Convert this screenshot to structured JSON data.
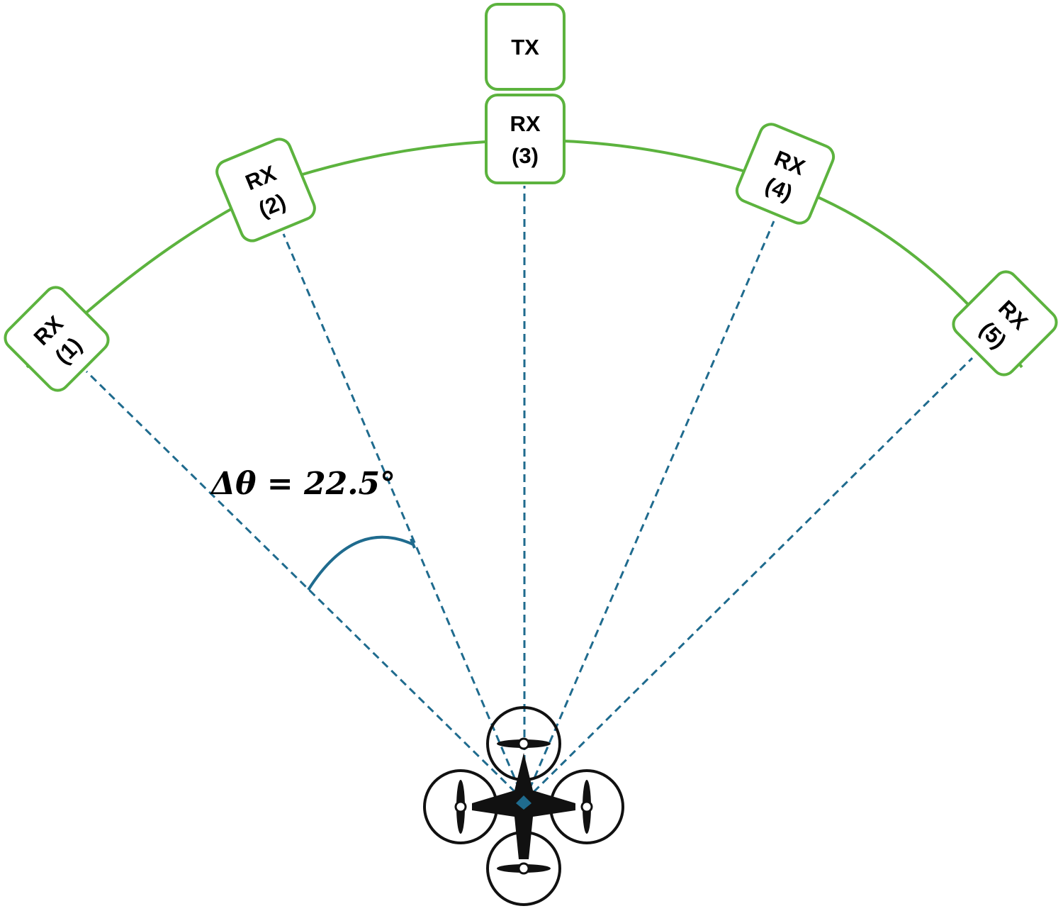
{
  "diagram": {
    "transmitter": {
      "label": "TX"
    },
    "receivers": [
      {
        "line1": "RX",
        "line2": "(1)"
      },
      {
        "line1": "RX",
        "line2": "(2)"
      },
      {
        "line1": "RX",
        "line2": "(3)"
      },
      {
        "line1": "RX",
        "line2": "(4)"
      },
      {
        "line1": "RX",
        "line2": "(5)"
      }
    ],
    "angle_label": "Δθ = 22.5°",
    "colors": {
      "arc_and_boxes": "#5cb33e",
      "rays": "#1f6b8e",
      "drone": "#111111"
    },
    "icons": [
      "drone-icon"
    ]
  }
}
